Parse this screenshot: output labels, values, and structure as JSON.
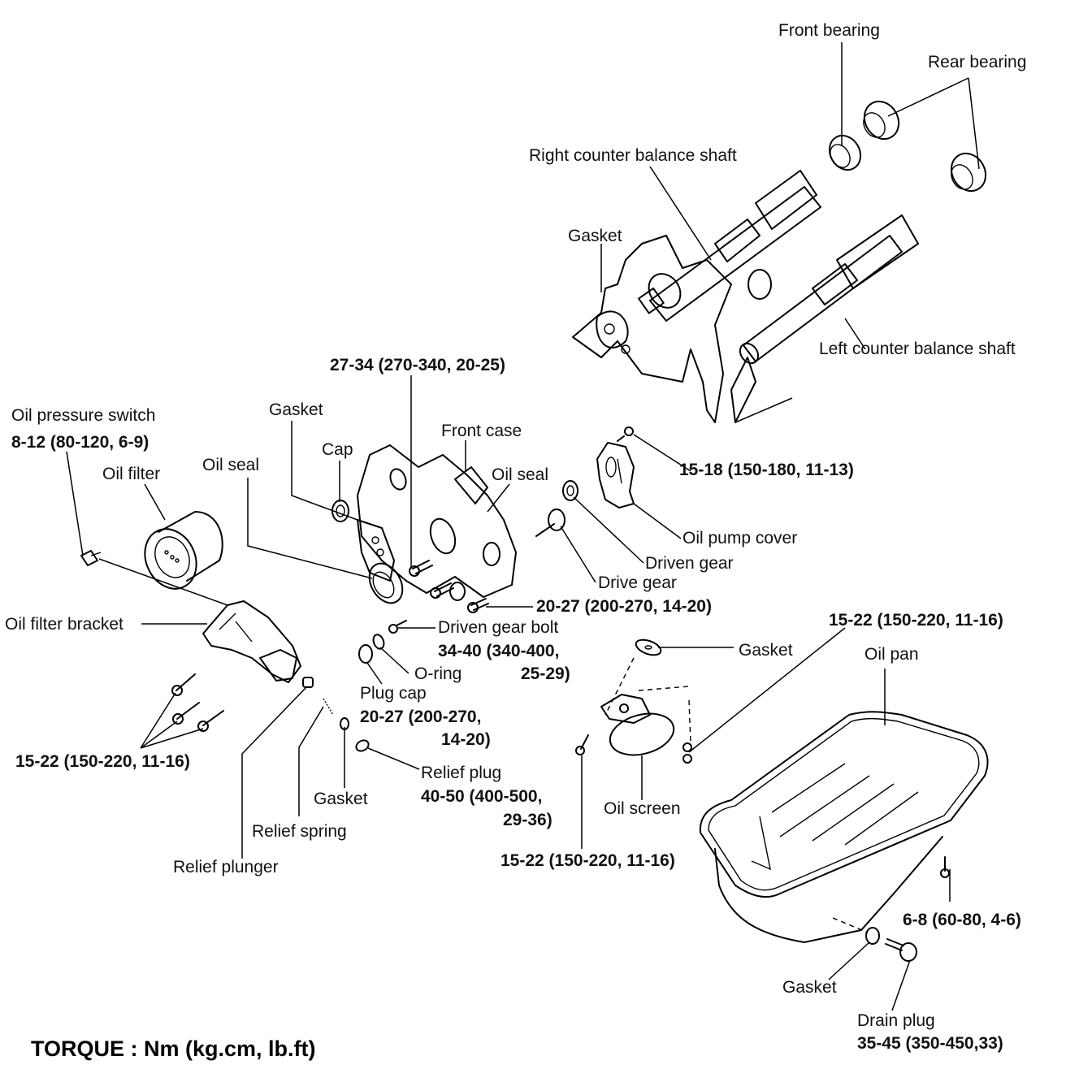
{
  "diagram": {
    "title": "Oil pump / counter balance shaft exploded view",
    "legend": "TORQUE : Nm (kg.cm, lb.ft)",
    "labels": {
      "front_bearing": "Front bearing",
      "rear_bearing": "Rear bearing",
      "right_shaft": "Right counter balance shaft",
      "gasket_top": "Gasket",
      "left_shaft": "Left counter balance shaft",
      "torque_27_34": "27-34 (270-340, 20-25)",
      "oil_pressure_switch": "Oil pressure switch",
      "torque_8_12": "8-12 (80-120, 6-9)",
      "gasket_case": "Gasket",
      "front_case": "Front case",
      "cap": "Cap",
      "oil_seal_left": "Oil seal",
      "oil_filter": "Oil filter",
      "oil_seal_right": "Oil seal",
      "torque_15_18": "15-18 (150-180, 11-13)",
      "oil_pump_cover": "Oil pump cover",
      "driven_gear": "Driven gear",
      "drive_gear": "Drive gear",
      "torque_20_27_case": "20-27 (200-270, 14-20)",
      "oil_filter_bracket": "Oil filter bracket",
      "driven_gear_bolt": "Driven gear bolt",
      "torque_34_40_a": "34-40 (340-400,",
      "torque_34_40_b": "25-29)",
      "o_ring": "O-ring",
      "plug_cap": "Plug cap",
      "torque_plug_a": "20-27 (200-270,",
      "torque_plug_b": "14-20)",
      "gasket_screen": "Gasket",
      "torque_15_22_pan": "15-22 (150-220, 11-16)",
      "oil_pan": "Oil pan",
      "torque_15_22_bracket": "15-22 (150-220, 11-16)",
      "gasket_relief": "Gasket",
      "relief_plug": "Relief plug",
      "torque_40_50_a": "40-50 (400-500,",
      "torque_40_50_b": "29-36)",
      "relief_spring": "Relief spring",
      "relief_plunger": "Relief plunger",
      "oil_screen": "Oil screen",
      "torque_15_22_screen": "15-22 (150-220, 11-16)",
      "torque_6_8": "6-8 (60-80, 4-6)",
      "gasket_drain": "Gasket",
      "drain_plug": "Drain plug",
      "torque_35_45": "35-45 (350-450,33)"
    }
  }
}
